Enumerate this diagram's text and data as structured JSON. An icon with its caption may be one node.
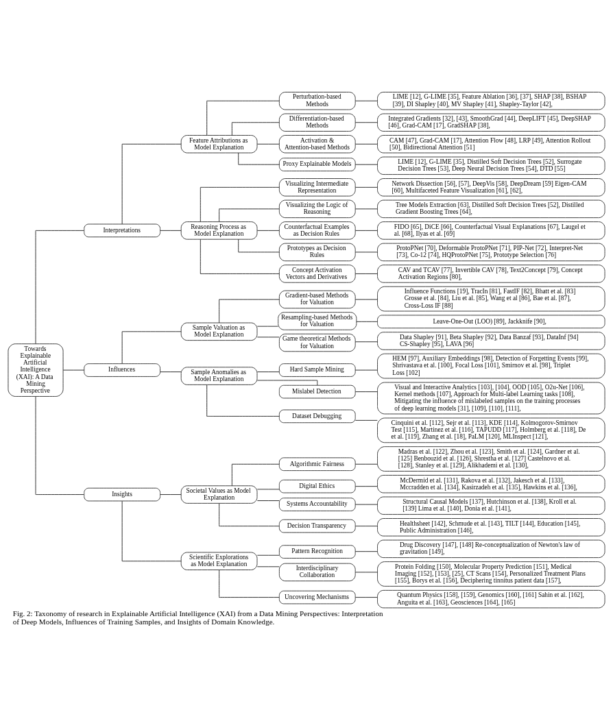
{
  "diagram": {
    "caption": "Fig. 2: Taxonomy of research in Explainable Artificial Intelligence (XAI) from a Data Mining Perspectives: Interpretation of Deep Models, Influences of Training Samples, and Insights of Domain Knowledge.",
    "nodes": [
      {
        "text": [
          "Towards Explainable Artificial Intelligence (XAI): A Data Mining Perspective"
        ]
      },
      {
        "text": [
          "Interpretations"
        ]
      },
      {
        "text": [
          "Feature Attributions as Model Explanation"
        ]
      },
      {
        "text": [
          "Perturbation-based Methods"
        ]
      },
      {
        "text": [
          "LIME [12], G-LIME [35], Feature Ablation [36], [37], SHAP [38], BSHAP [39], DI Shapley [40], MV Shapley [41], Shapley-Taylor [42],"
        ]
      },
      {
        "text": [
          "Differentiation-based Methods"
        ]
      },
      {
        "text": [
          "Integrated Gradients [32], [43], SmoothGrad [44], DeepLIFT [45], DeepSHAP [46], Grad-CAM [17], GradSHAP [38],"
        ]
      },
      {
        "text": [
          "Activation & Attention-based Methods"
        ]
      },
      {
        "text": [
          "CAM [47], Grad-CAM [17], Attention Flow [48], LRP [49], Attention Rollout [50], Bidirectional Attention [51]"
        ]
      },
      {
        "text": [
          "Proxy Explainable Models"
        ]
      },
      {
        "text": [
          "LIME [12], G-LIME [35], Distilled Soft Decision Trees [52], Surrogate Decision Trees [53], Deep Neural Decision Trees [54], DTD [55]"
        ]
      },
      {
        "text": [
          "Reasoning Process as Model Explanation"
        ]
      },
      {
        "text": [
          "Visualizing Intermediate Representation"
        ]
      },
      {
        "text": [
          "Network Dissection [56], [57], DeepVis [58], DeepDream [59] Eigen-CAM [60], Multifaceted Feature Visualization [61], [62],"
        ]
      },
      {
        "text": [
          "Visualizing the Logic of Reasoning"
        ]
      },
      {
        "text": [
          "Tree Models Extraction [63], Distilled Soft Decision Trees [52], Distilled Gradient Boosting Trees [64],"
        ]
      },
      {
        "text": [
          "Counterfactual Examples as Decision Rules"
        ]
      },
      {
        "text": [
          "FIDO [65], DiCE [66], Counterfactual Visual Explanations [67], Laugel et al. [68], Ilyas et al. [69]"
        ]
      },
      {
        "text": [
          "Prototypes as Decision Rules"
        ]
      },
      {
        "text": [
          "ProtoPNet [70], Deformable ProtoPNet [71], PIP-Net [72], Interpret-Net [73], Co-12 [74], HQProtoPNet [75], Prototype Selection [76]"
        ]
      },
      {
        "text": [
          "Concept Activation Vectors and Derivatives"
        ]
      },
      {
        "text": [
          "CAV and TCAV [77], Invertible CAV [78], Text2Concept [79], Concept Activation Regions [80],"
        ]
      },
      {
        "text": [
          "Influences"
        ]
      },
      {
        "text": [
          "Sample Valuation as Model Explanation"
        ]
      },
      {
        "text": [
          "Gradient-based Methods for Valuation"
        ]
      },
      {
        "text": [
          "Influence Functions [19], TracIn [81], FastIF [82], Bhatt et al. [83] Grosse et al. [84], Liu et al. [85], Wang et al [86], Bae et al. [87], Cross-Loss IF [88]"
        ]
      },
      {
        "text": [
          "Resampling-based Methods for Valuation"
        ]
      },
      {
        "text": [
          "Leave-One-Out (LOO) [89], Jackknife [90],"
        ]
      },
      {
        "text": [
          "Game theoretical Methods for Valuation"
        ]
      },
      {
        "text": [
          "Data Shapley [91], Beta Shapley [92], Data Banzaf [93], DataInf [94] CS-Shapley [95], LAVA [96]"
        ]
      },
      {
        "text": [
          "Sample Anomalies as Model Explanation"
        ]
      },
      {
        "text": [
          "Hard Sample Mining"
        ]
      },
      {
        "text": [
          "HEM [97], Auxiliary Embeddings [98], Detection of Forgetting Events [99], Shrivastava et al. [100], Focal Loss [101], Smirnov et al. [98], Triplet Loss [102]"
        ]
      },
      {
        "text": [
          "Mislabel Detection"
        ]
      },
      {
        "text": [
          "Visual and Interactive Analytics [103], [104], OOD [105], O2u-Net [106], Kernel methods [107], Approach for Multi-label Learning tasks [108], Mitigating the influence of mislabeled samples on the training processes of deep learning models [31], [109], [110], [111],"
        ]
      },
      {
        "text": [
          "Dataset Debugging"
        ]
      },
      {
        "text": [
          "Cinquini et al. [112], Sejr et al. [113], KDE [114], Kolmogorov-Smirnov Test [115], Martinez et al. [116], TAPUDD [117], Holmberg et al. [118], De et al. [119], Zhang et al. [18], PaLM [120], MLInspect [121],"
        ]
      },
      {
        "text": [
          "Insights"
        ]
      },
      {
        "text": [
          "Societal Values as Model Explanation"
        ]
      },
      {
        "text": [
          "Algorithmic Fairness"
        ]
      },
      {
        "text": [
          "Madras et al. [122], Zhou et al. [123], Smith et al. [124], Gardner et al. [125] Benbouzid et al. [126], Shrestha et al. [127] Castelnovo et al. [128], Stanley et al. [129], Alikhademi et al. [130],"
        ]
      },
      {
        "text": [
          "Digital Ethics"
        ]
      },
      {
        "text": [
          "McDermid et al. [131], Rakova et al. [132], Jakesch et al. [133], Mccradden et al. [134], Kasirzadeh et al. [135], Hawkins et al. [136],"
        ]
      },
      {
        "text": [
          "Systems Accountability"
        ]
      },
      {
        "text": [
          "Structural Causal Models [137], Hutchinson et al. [138], Kroll et al. [139] Lima et al. [140], Donia et al. [141],"
        ]
      },
      {
        "text": [
          "Decision Transparency"
        ]
      },
      {
        "text": [
          "Healthsheet [142], Schmude et al. [143], TILT [144], Education [145], Public Administration [146],"
        ]
      },
      {
        "text": [
          "Scientific Explorations as Model Explanation"
        ]
      },
      {
        "text": [
          "Pattern Recognition"
        ]
      },
      {
        "text": [
          "Drug Discovery [147], [148] Re-conceptualization of Newton's law of gravitation [149],"
        ]
      },
      {
        "text": [
          "Interdisciplinary Collaboration"
        ]
      },
      {
        "text": [
          "Protein Folding [150], Molecular Property Prediction [151], Medical Imaging [152], [153], [25], CT Scans [154], Personalized Treatment Plans [155], Borys et al. [156], Deciphering tinnitus patient data [157],"
        ]
      },
      {
        "text": [
          "Uncovering Mechanisms"
        ]
      },
      {
        "text": [
          "Quantum Physics [158], [159], Genomics [160], [161] Sahin et al. [162], Anguita et al. [163], Geosciences [164], [165]"
        ]
      }
    ],
    "edges": [
      {
        "from": 0,
        "to": 1,
        "arrow": "none"
      },
      {
        "from": 0,
        "to": 22,
        "arrow": "none"
      },
      {
        "from": 0,
        "to": 37,
        "arrow": "none"
      },
      {
        "from": 1,
        "to": 2,
        "arrow": "none"
      },
      {
        "from": 1,
        "to": 11,
        "arrow": "none"
      },
      {
        "from": 2,
        "to": 3,
        "arrow": "none"
      },
      {
        "from": 2,
        "to": 5,
        "arrow": "none"
      },
      {
        "from": 2,
        "to": 7,
        "arrow": "none"
      },
      {
        "from": 2,
        "to": 9,
        "arrow": "none"
      },
      {
        "from": 3,
        "to": 4,
        "arrow": "none"
      },
      {
        "from": 5,
        "to": 6,
        "arrow": "none"
      },
      {
        "from": 7,
        "to": 8,
        "arrow": "none"
      },
      {
        "from": 9,
        "to": 10,
        "arrow": "none"
      },
      {
        "from": 11,
        "to": 12,
        "arrow": "none"
      },
      {
        "from": 11,
        "to": 14,
        "arrow": "none"
      },
      {
        "from": 11,
        "to": 16,
        "arrow": "none"
      },
      {
        "from": 11,
        "to": 18,
        "arrow": "none"
      },
      {
        "from": 11,
        "to": 20,
        "arrow": "none"
      },
      {
        "from": 12,
        "to": 13,
        "arrow": "none"
      },
      {
        "from": 14,
        "to": 15,
        "arrow": "none"
      },
      {
        "from": 16,
        "to": 17,
        "arrow": "none"
      },
      {
        "from": 18,
        "to": 19,
        "arrow": "none"
      },
      {
        "from": 20,
        "to": 21,
        "arrow": "none"
      },
      {
        "from": 22,
        "to": 23,
        "arrow": "none"
      },
      {
        "from": 22,
        "to": 30,
        "arrow": "none"
      },
      {
        "from": 23,
        "to": 24,
        "arrow": "none"
      },
      {
        "from": 23,
        "to": 26,
        "arrow": "none"
      },
      {
        "from": 23,
        "to": 28,
        "arrow": "none"
      },
      {
        "from": 24,
        "to": 25,
        "arrow": "none"
      },
      {
        "from": 26,
        "to": 27,
        "arrow": "none"
      },
      {
        "from": 28,
        "to": 29,
        "arrow": "none"
      },
      {
        "from": 30,
        "to": 31,
        "arrow": "none"
      },
      {
        "from": 30,
        "to": 33,
        "arrow": "none"
      },
      {
        "from": 30,
        "to": 35,
        "arrow": "none"
      },
      {
        "from": 31,
        "to": 32,
        "arrow": "none"
      },
      {
        "from": 33,
        "to": 34,
        "arrow": "none"
      },
      {
        "from": 35,
        "to": 36,
        "arrow": "none"
      },
      {
        "from": 37,
        "to": 38,
        "arrow": "none"
      },
      {
        "from": 37,
        "to": 47,
        "arrow": "none"
      },
      {
        "from": 38,
        "to": 39,
        "arrow": "none"
      },
      {
        "from": 38,
        "to": 41,
        "arrow": "none"
      },
      {
        "from": 38,
        "to": 43,
        "arrow": "none"
      },
      {
        "from": 38,
        "to": 45,
        "arrow": "none"
      },
      {
        "from": 39,
        "to": 40,
        "arrow": "none"
      },
      {
        "from": 41,
        "to": 42,
        "arrow": "none"
      },
      {
        "from": 43,
        "to": 44,
        "arrow": "none"
      },
      {
        "from": 45,
        "to": 46,
        "arrow": "none"
      },
      {
        "from": 47,
        "to": 48,
        "arrow": "none"
      },
      {
        "from": 47,
        "to": 50,
        "arrow": "none"
      },
      {
        "from": 47,
        "to": 52,
        "arrow": "none"
      },
      {
        "from": 48,
        "to": 49,
        "arrow": "none"
      },
      {
        "from": 50,
        "to": 51,
        "arrow": "none"
      },
      {
        "from": 52,
        "to": 53,
        "arrow": "none"
      }
    ]
  }
}
